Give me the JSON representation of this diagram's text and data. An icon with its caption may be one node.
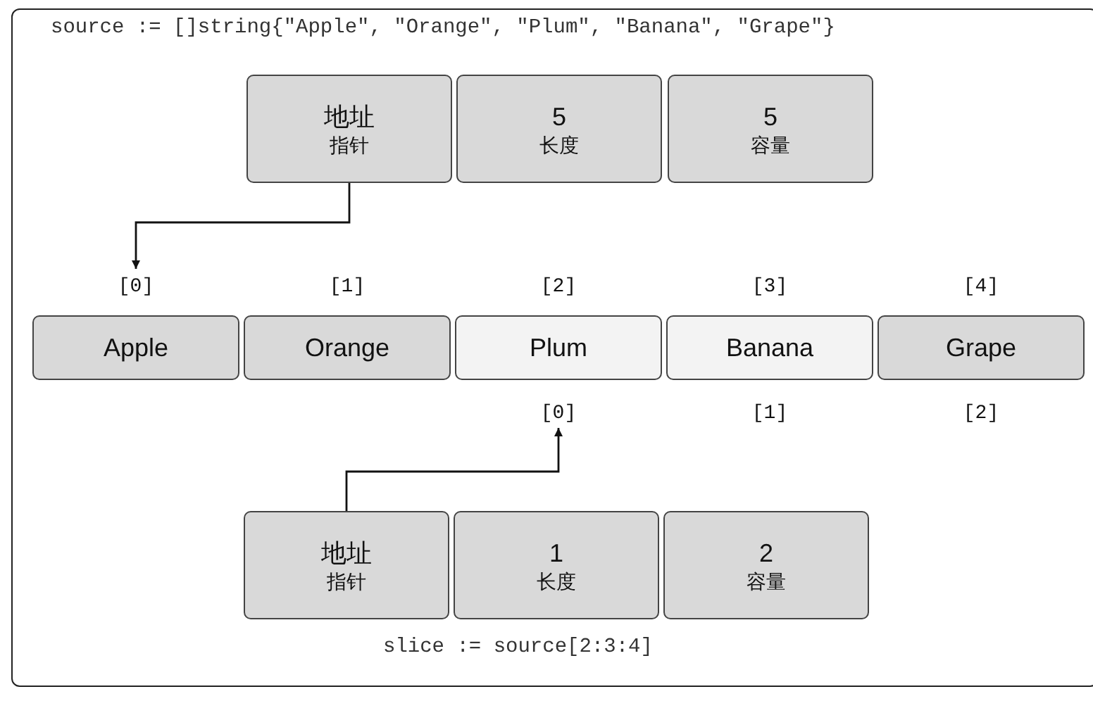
{
  "diagram": {
    "nodes": [
      {
        "text": [
          "地址",
          "指针"
        ]
      },
      {
        "text": [
          "5",
          "长度"
        ]
      },
      {
        "text": [
          "5",
          "容量"
        ]
      },
      {
        "text": [
          "Apple"
        ],
        "beside": [
          "[0]"
        ]
      },
      {
        "text": [
          "Orange"
        ],
        "beside": [
          "[1]"
        ]
      },
      {
        "text": [
          "Plum"
        ],
        "beside": [
          "[2]",
          "[0]"
        ]
      },
      {
        "text": [
          "Banana"
        ],
        "beside": [
          "[3]",
          "[1]"
        ]
      },
      {
        "text": [
          "Grape"
        ],
        "beside": [
          "[4]",
          "[2]"
        ]
      },
      {
        "text": [
          "地址",
          "指针"
        ]
      },
      {
        "text": [
          "1",
          "长度"
        ]
      },
      {
        "text": [
          "2",
          "容量"
        ]
      }
    ],
    "edges": [
      {
        "from": 0,
        "to": 3,
        "arrow": "to"
      },
      {
        "from": 8,
        "to": 5,
        "arrow": "to"
      }
    ],
    "labels": [
      "source := []string{\"Apple\", \"Orange\", \"Plum\", \"Banana\", \"Grape\"}",
      "slice := source[2:3:4]"
    ]
  }
}
